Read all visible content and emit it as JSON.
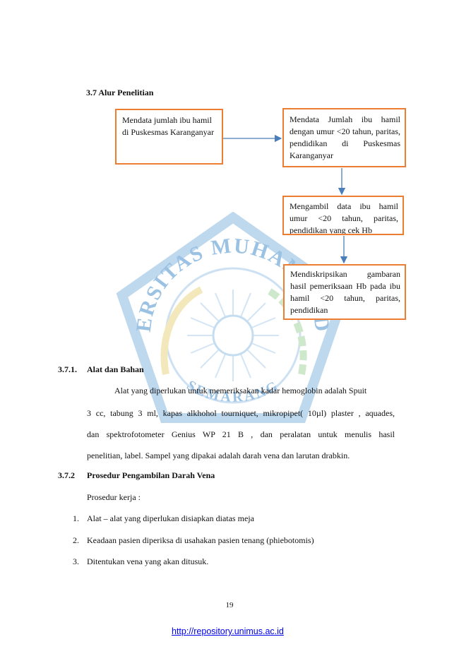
{
  "section": {
    "title": "3.7 Alur Penelitian"
  },
  "flow": {
    "box1": "Mendata jumlah ibu hamil di Puskesmas Karanganyar",
    "box2": "Mendata Jumlah ibu hamil dengan umur <20 tahun, paritas, pendidikan di Puskesmas Karanganyar",
    "box3": "Mengambil data ibu hamil umur <20 tahun, paritas, pendidikan yang cek Hb",
    "box4": "Mendiskripsikan gambaran hasil pemeriksaan Hb pada ibu hamil <20 tahun, paritas, pendidikan"
  },
  "sub1": {
    "number": "3.7.1.",
    "title": "Alat dan Bahan",
    "line1": "Alat yang diperlukan untuk memeriksakan kadar hemoglobin adalah Spuit",
    "line2": "3 cc, tabung 3 ml, kapas alkhohol tourniquet, mikropipet( 10µl) plaster , aquades,",
    "line3": "dan spektrofotometer Genius WP 21 B , dan peralatan untuk menulis hasil",
    "line4": "penelitian, label. Sampel yang dipakai adalah darah vena dan larutan drabkin."
  },
  "sub2": {
    "number": "3.7.2",
    "title": "Prosedur Pengambilan Darah Vena",
    "intro": "Prosedur kerja :",
    "steps": [
      {
        "num": "1.",
        "text": "Alat – alat yang diperlukan disiapkan diatas meja"
      },
      {
        "num": "2.",
        "text": "Keadaan pasien diperiksa di usahakan pasien tenang (phiebotomis)"
      },
      {
        "num": "3.",
        "text": "Ditentukan vena yang akan ditusuk."
      }
    ]
  },
  "page_number": "19",
  "footer_link": "http://repository.unimus.ac.id",
  "watermark": {
    "arc_top": "UNIVERSITAS MUHAMMADIYAH",
    "arc_bottom": "SEMARANG",
    "color": "#3A86C8"
  },
  "colors": {
    "box_border": "#ED7D31",
    "arrow": "#4A7EBB"
  }
}
